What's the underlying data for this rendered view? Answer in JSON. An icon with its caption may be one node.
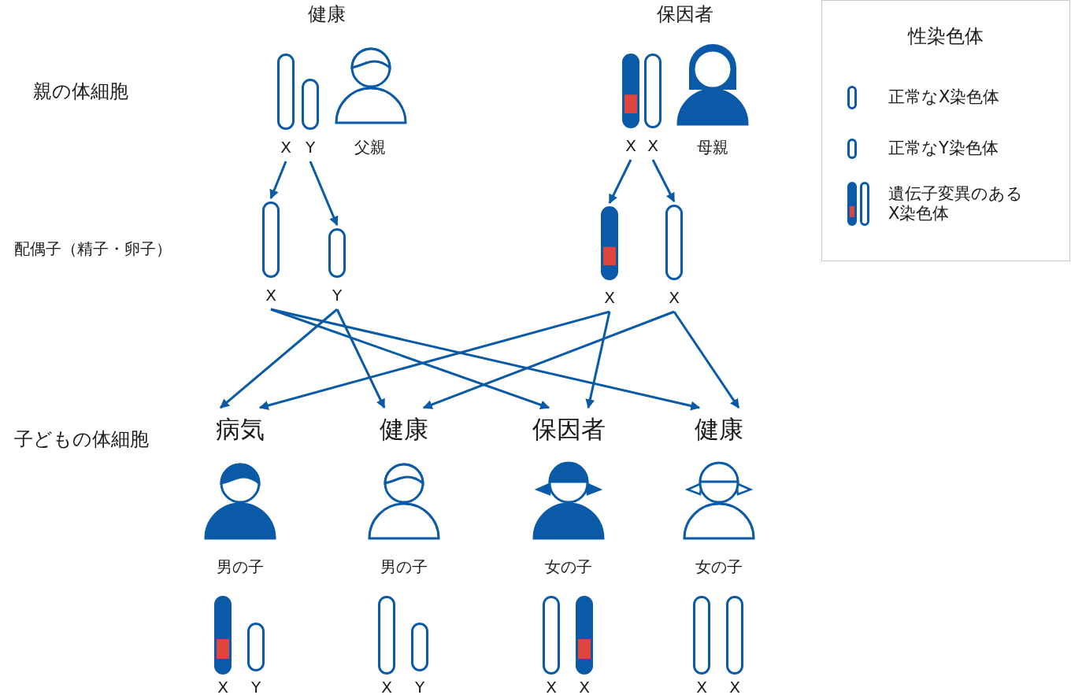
{
  "diagram": {
    "nodes": [
      {
        "text": [
          "X"
        ]
      },
      {
        "text": [
          "Y"
        ]
      },
      {
        "text": [
          "X"
        ]
      },
      {
        "text": [
          "X"
        ]
      },
      {
        "text": [
          "X"
        ]
      },
      {
        "text": [
          "Y"
        ]
      },
      {
        "text": [
          "X"
        ]
      },
      {
        "text": [
          "X"
        ]
      },
      {
        "text": [
          "病気",
          "男の子"
        ]
      },
      {
        "text": [
          "健康",
          "男の子"
        ]
      },
      {
        "text": [
          "保因者",
          "女の子"
        ]
      },
      {
        "text": [
          "健康",
          "女の子"
        ]
      }
    ],
    "edges": [
      {
        "from": 0,
        "to": 4,
        "arrow": "to"
      },
      {
        "from": 1,
        "to": 5,
        "arrow": "to"
      },
      {
        "from": 2,
        "to": 6,
        "arrow": "to"
      },
      {
        "from": 3,
        "to": 7,
        "arrow": "to"
      },
      {
        "from": 4,
        "to": 10,
        "arrow": "to"
      },
      {
        "from": 4,
        "to": 11,
        "arrow": "to"
      },
      {
        "from": 5,
        "to": 8,
        "arrow": "to"
      },
      {
        "from": 5,
        "to": 9,
        "arrow": "to"
      },
      {
        "from": 6,
        "to": 8,
        "arrow": "to"
      },
      {
        "from": 6,
        "to": 10,
        "arrow": "to"
      },
      {
        "from": 7,
        "to": 9,
        "arrow": "to"
      },
      {
        "from": 7,
        "to": 11,
        "arrow": "to"
      }
    ],
    "labels": [
      "健康",
      "保因者",
      "性染色体",
      "親の体細胞",
      "父親",
      "母親",
      "配偶子（精子・卵子）",
      "子どもの体細胞",
      "X",
      "Y",
      "X",
      "Y",
      "X",
      "X",
      "X",
      "X"
    ],
    "legend": [
      {
        "text": "正常なX染色体"
      },
      {
        "text": "正常なY染色体"
      },
      {
        "text": "遺伝子変異のあるX染色体"
      }
    ]
  }
}
